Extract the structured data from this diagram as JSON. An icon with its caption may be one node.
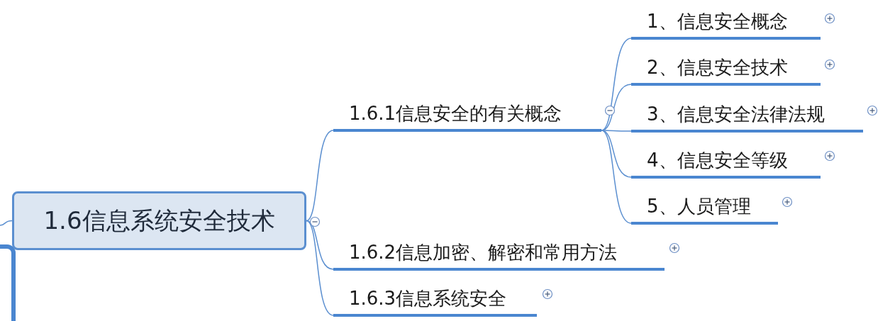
{
  "diagram": {
    "nodes": [
      {
        "text": [],
        "shape": "box"
      },
      {
        "text": [
          "1.6信息系统安全技术"
        ]
      },
      {
        "text": [
          "1.6.1信息安全的有关概念"
        ]
      },
      {
        "text": [
          "1、信息安全概念"
        ]
      },
      {
        "text": [
          "2、信息安全技术"
        ]
      },
      {
        "text": [
          "3、信息安全法律法规"
        ]
      },
      {
        "text": [
          "4、信息安全等级"
        ]
      },
      {
        "text": [
          "5、人员管理"
        ]
      },
      {
        "text": [
          "1.6.2信息加密、解密和常用方法"
        ]
      },
      {
        "text": [
          "1.6.3信息系统安全"
        ]
      }
    ],
    "edges": [
      {
        "from": null,
        "to": 1,
        "arrow": "none"
      },
      {
        "from": 1,
        "to": 2,
        "arrow": "none"
      },
      {
        "from": 2,
        "to": 3,
        "arrow": "none"
      },
      {
        "from": 2,
        "to": 4,
        "arrow": "none"
      },
      {
        "from": 2,
        "to": 5,
        "arrow": "none"
      },
      {
        "from": 2,
        "to": 6,
        "arrow": "none"
      },
      {
        "from": 2,
        "to": 7,
        "arrow": "none"
      },
      {
        "from": 1,
        "to": 8,
        "arrow": "none"
      },
      {
        "from": 1,
        "to": 9,
        "arrow": "none"
      }
    ]
  }
}
